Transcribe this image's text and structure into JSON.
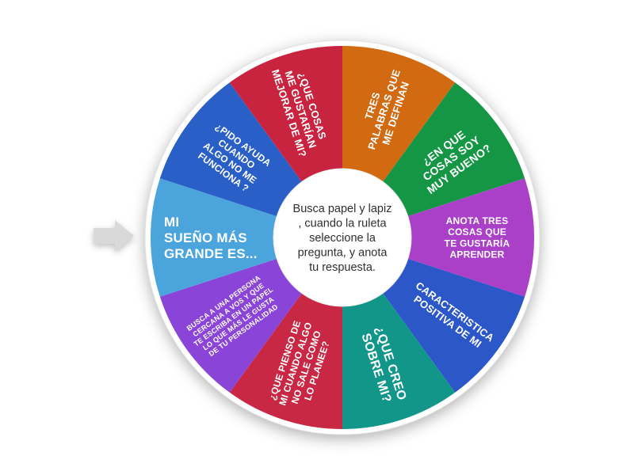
{
  "page": {
    "background_color": "#ffffff"
  },
  "pointer": {
    "fill": "#d9d9d9",
    "stroke": "#c2c2c2"
  },
  "wheel": {
    "outer_ring_color": "#ffffff",
    "outer_ring_edge_color": "#e2e2e2",
    "label_color": "#ffffff",
    "center_instructions": {
      "text": "Busca papel y lapiz , cuando la ruleta seleccione la pregunta, y anota tu respuesta.",
      "lines": [
        "Busca papel y lapiz",
        ", cuando la ruleta",
        "seleccione la",
        "pregunta, y anota",
        "tu respuesta."
      ],
      "text_color": "#2f2f2f",
      "background": "#ffffff"
    },
    "segments": [
      {
        "label": "TRES PALABRAS QUE ME DEFINAN",
        "lines": [
          "TRES",
          "PALABRAS QUE",
          "ME DEFINAN"
        ],
        "color": "#d26a12",
        "font_size": 13
      },
      {
        "label": "¿EN QUE COSAS SOY MUY BUENO?",
        "lines": [
          "¿EN QUE",
          "COSAS SOY",
          "MUY BUENO?"
        ],
        "color": "#159645",
        "font_size": 14
      },
      {
        "label": "ANOTA TRES COSAS QUE TE GUSTARÍA APRENDER",
        "lines": [
          "ANOTA TRES",
          "COSAS QUE",
          "TE GUSTARÍA",
          "APRENDER"
        ],
        "color": "#ab40c8",
        "font_size": 12
      },
      {
        "label": "CARACTERISTICA POSITIVA DE MI",
        "lines": [
          "CARACTERISTICA",
          "POSITIVA DE MI"
        ],
        "color": "#2b57c8",
        "font_size": 13
      },
      {
        "label": "¿QUE CREO SOBRE MI?",
        "lines": [
          "¿QUE CREO",
          "SOBRE MI?"
        ],
        "color": "#12968a",
        "font_size": 16
      },
      {
        "label": "¿QUE PIENSO DE MI CUANDO ALGO NO SALE COMO LO PLANEE?",
        "lines": [
          "¿QUE PIENSO DE",
          "MI CUANDO ALGO",
          "NO SALE COMO",
          "LO PLANEE?"
        ],
        "color": "#c82844",
        "font_size": 12
      },
      {
        "label": "BUSCA A UNA PERSONA CERCANA A VOS Y QUE TE ESCRIBA EN UN PAPEL LO QUE MÁS LE GUSTA DE TU PERSONALIDAD",
        "lines": [
          "BUSCA A UNA PERSONA",
          "CERCANA A VOS Y QUE",
          "TE ESCRIBA EN UN PAPEL",
          "LO QUE MÁS LE GUSTA",
          "DE TU PERSONALIDAD"
        ],
        "color": "#8a45d8",
        "font_size": 9
      },
      {
        "label": "MI SUEÑO MÁS GRANDE ES...",
        "lines": [
          "MI",
          "SUEÑO MÁS",
          "GRANDE ES..."
        ],
        "color": "#4ba5dc",
        "font_size": 17,
        "align": "start"
      },
      {
        "label": "¿PIDO AYUDA CUANDO ALGO NO ME FUNCIONA ?",
        "lines": [
          "¿PIDO AYUDA",
          "CUANDO",
          "ALGO NO ME",
          "FUNCIONA ?"
        ],
        "color": "#2a5fc7",
        "font_size": 12
      },
      {
        "label": "¿QUE COSAS ME GUSTARÍAN MEJORAR DE MI?",
        "lines": [
          "¿QUE COSAS",
          "ME GUSTARÍAN",
          "MEJORAR DE MI?"
        ],
        "color": "#c9243f",
        "font_size": 13
      }
    ]
  }
}
